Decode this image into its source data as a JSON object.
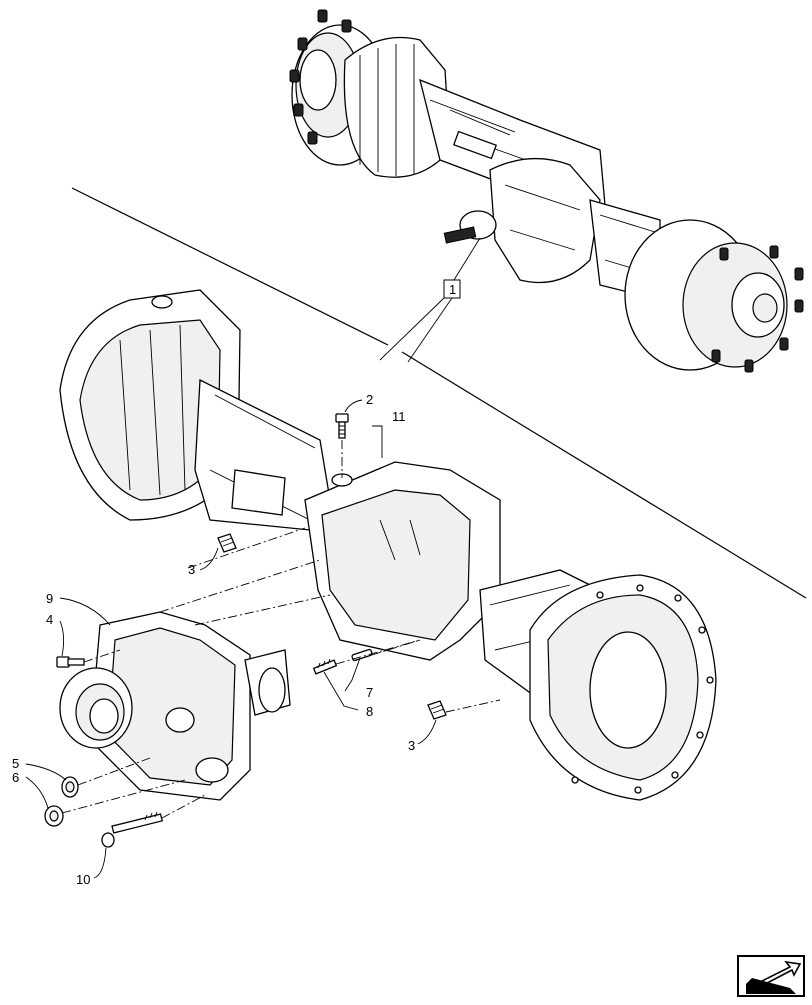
{
  "diagram": {
    "reference_box_label": "1",
    "callouts": [
      {
        "id": "c2",
        "label": "2"
      },
      {
        "id": "c11",
        "label": "11"
      },
      {
        "id": "c3a",
        "label": "3"
      },
      {
        "id": "c9",
        "label": "9"
      },
      {
        "id": "c4",
        "label": "4"
      },
      {
        "id": "c7",
        "label": "7"
      },
      {
        "id": "c8",
        "label": "8"
      },
      {
        "id": "c3b",
        "label": "3"
      },
      {
        "id": "c5",
        "label": "5"
      },
      {
        "id": "c6",
        "label": "6"
      },
      {
        "id": "c10",
        "label": "10"
      }
    ],
    "nav_icon": "next-page-arrow-icon"
  }
}
